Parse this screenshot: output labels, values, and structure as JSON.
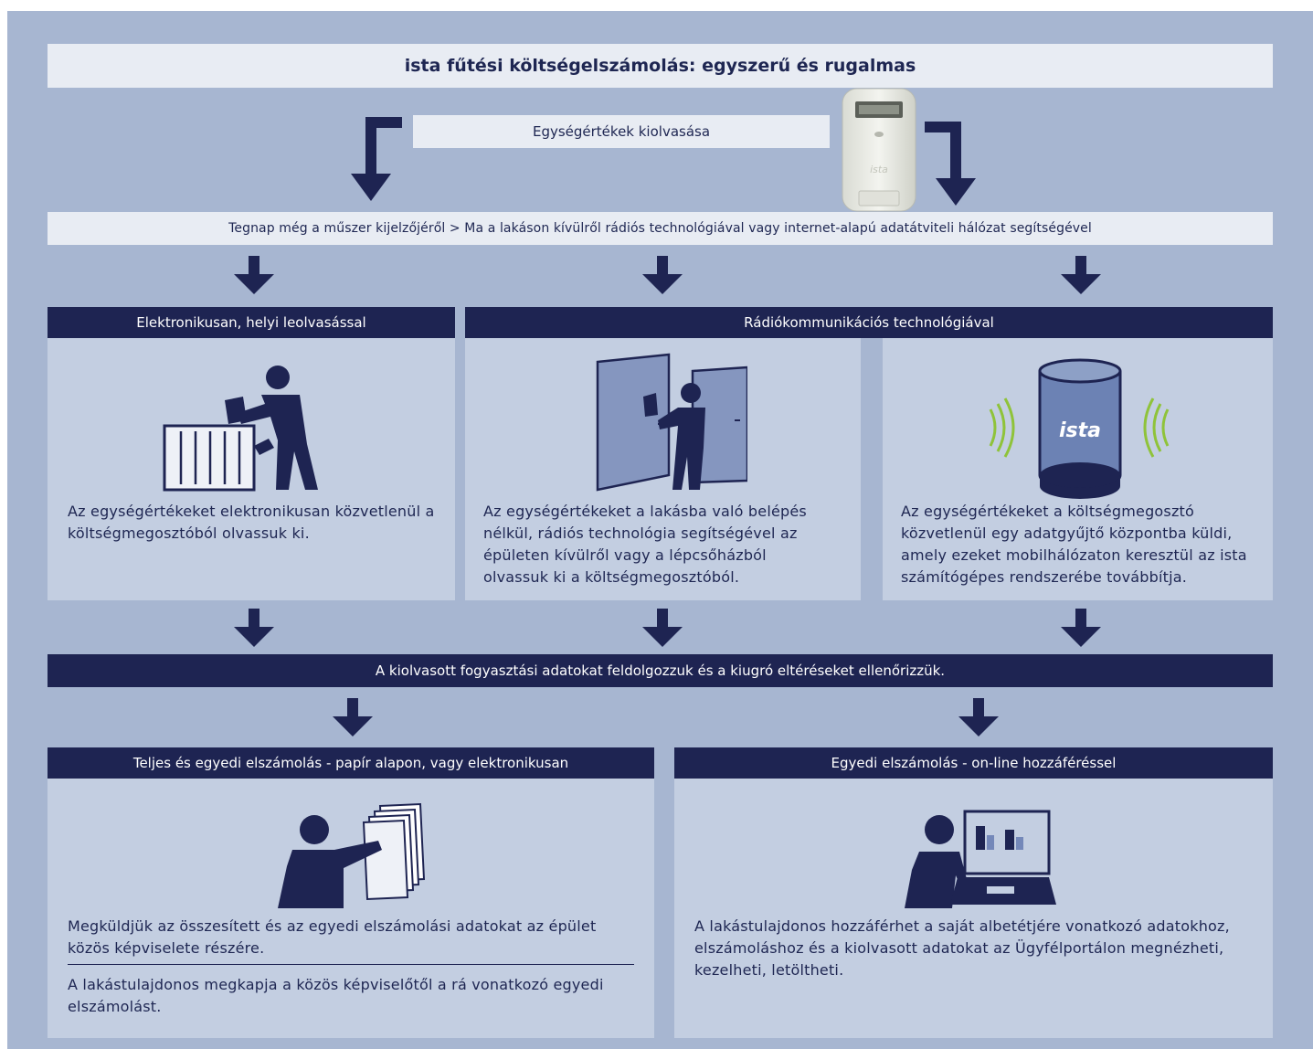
{
  "title": "ista fűtési költségelszámolás: egyszerű és rugalmas",
  "reading_step": "Egységértékek kiolvasása",
  "transition": "Tegnap még a műszer kijelzőjéről > Ma a lakáson kívülről rádiós technológiával vagy internet-alapú adatátviteli hálózat segítségével",
  "methods": {
    "local_header": "Elektronikusan, helyi leolvasással",
    "radio_header": "Rádiókommunikációs technológiával",
    "local_text": "Az egységértékeket elektronikusan közvetlenül a költségmegosztóból olvassuk ki.",
    "radio_text": "Az egységértékeket a lakásba való belépés nélkül, rádiós technológia segítségével az épületen kívülről vagy a lépcsőházból olvassuk ki a költségmegosztóból.",
    "gateway_text": "Az egységértékeket a költségmegosztó közvetlenül egy adatgyűjtő központba küldi, amely ezeket mobilhálózaton keresztül az ista számítógépes rendszerébe továbbítja.",
    "gateway_logo": "ista",
    "device_logo": "ista"
  },
  "processing": "A kiolvasott fogyasztási adatokat feldolgozzuk és a kiugró eltéréseket ellenőrizzük.",
  "billing": {
    "paper_header": "Teljes és egyedi elszámolás - papír alapon, vagy elektronikusan",
    "paper_text_1": "Megküldjük az összesített és az egyedi elszámolási adatokat az épület közös képviselete részére.",
    "paper_text_2": "A lakástulajdonos megkapja a közös képviselőtől a rá vonatkozó egyedi elszámolást.",
    "online_header": "Egyedi elszámolás - on-line hozzáféréssel",
    "online_text": "A lakástulajdonos hozzáférhet a saját albetétjére vonatkozó adatokhoz, elszámoláshoz és a kiolvasott adatokat az Ügyfélportálon megnézheti, kezelheti, letöltheti."
  },
  "colors": {
    "background": "#a7b6d1",
    "navy": "#1e2452",
    "panel": "#c3cee1",
    "light_bar": "#e8ecf3",
    "radio_wave": "#8fc33a"
  }
}
